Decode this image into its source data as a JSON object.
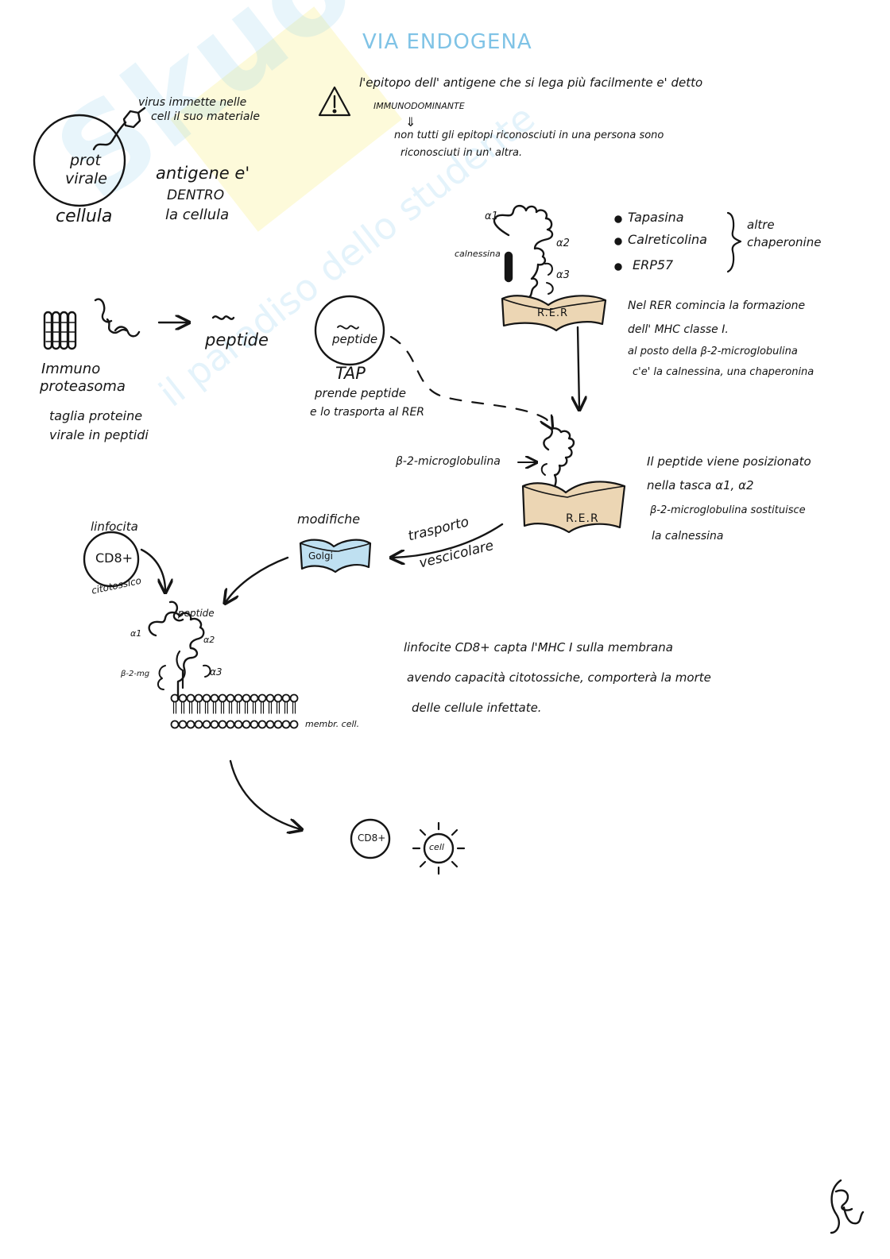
{
  "title": "VIA ENDOGENA",
  "watermark": {
    "site": "Skuola.net",
    "tagline": "il paradiso dello studente"
  },
  "cell_section": {
    "virus_note_line1": "virus immette nelle",
    "virus_note_line2": "cell il suo materiale",
    "circle_line1": "prot",
    "circle_line2": "virale",
    "cell_label": "cellula",
    "antigen_line1": "antigene e'",
    "antigen_line2": "DENTRO",
    "antigen_line3": "la cellula"
  },
  "warning": {
    "line1": "l'epitopo dell' antigene che si lega più facilmente e' detto",
    "line2": "IMMUNODOMINANTE",
    "arrow": "⇓",
    "line3": "non tutti gli epitopi riconosciuti in una persona sono",
    "line4": "riconosciuti in un' altra."
  },
  "proteasome": {
    "label_line1": "Immuno",
    "label_line2": "proteasoma",
    "peptide_label": "peptide",
    "desc_line1": "taglia proteine",
    "desc_line2": "virale in peptidi"
  },
  "tap": {
    "circle_label": "peptide",
    "label": "TAP",
    "desc_line1": "prende peptide",
    "desc_line2": "e lo trasporta al RER"
  },
  "rer_top": {
    "a1": "α1",
    "a2": "α2",
    "a3": "α3",
    "calnexin": "calnessina",
    "rer_label": "R.E.R",
    "chaperones": [
      "Tapasina",
      "Calreticolina",
      "ERP57"
    ],
    "chaperones_group_line1": "altre",
    "chaperones_group_line2": "chaperonine",
    "note_line1": "Nel RER comincia la formazione",
    "note_line2": "dell' MHC classe I.",
    "note_line3": "al posto della β-2-microglobulina",
    "note_line4": "c'e' la calnessina, una chaperonina"
  },
  "rer_bottom": {
    "b2m_label": "β-2-microglobulina",
    "rer_label": "R.E.R",
    "note_line1": "Il peptide viene posizionato",
    "note_line2": "nella tasca α1, α2",
    "note_line3": "β-2-microglobulina sostituisce",
    "note_line4": "la calnessina"
  },
  "golgi": {
    "modifiche": "modifiche",
    "golgi_label": "Golgi",
    "transport_line1": "trasporto",
    "transport_line2": "vescicolare"
  },
  "membrane": {
    "linfocite": "linfocita",
    "cd8": "CD8+",
    "citotossico": "citotossico",
    "peptide": "peptide",
    "a1": "α1",
    "a2": "α2",
    "a3": "α3",
    "b2m": "β-2-mg",
    "membrane_label": "membr. cell.",
    "note_line1": "linfocite CD8+ capta l'MHC I sulla membrana",
    "note_line2": "avendo capacità citotossiche, comporterà la morte",
    "note_line3": "delle cellule infettate."
  },
  "final": {
    "cd8": "CD8+",
    "cell": "cell"
  },
  "colors": {
    "title": "#7fc3e6",
    "rer_fill": "#ecd6b4",
    "golgi_fill": "#bfe0f1",
    "ink": "#151515"
  }
}
